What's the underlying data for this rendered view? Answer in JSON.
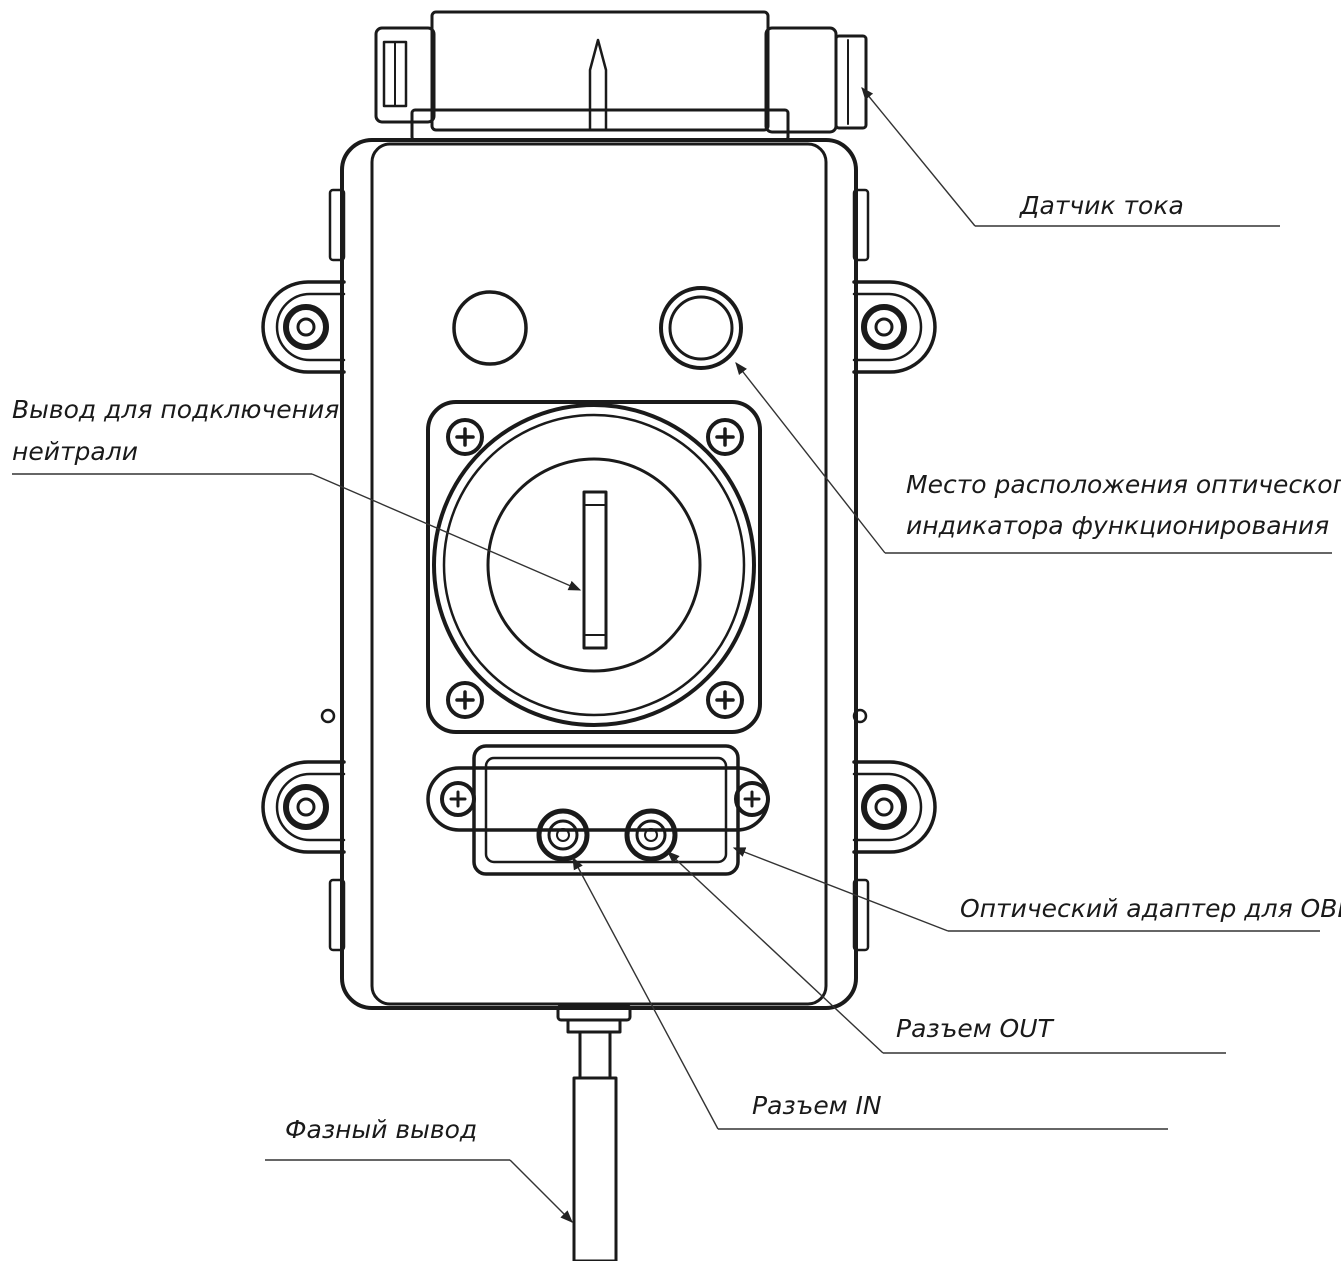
{
  "labels": {
    "current_sensor": "Датчик тока",
    "optical_indicator_line1": "Место расположения оптического",
    "optical_indicator_line2": "индикатора функционирования",
    "neutral_line1": "Вывод для подключения",
    "neutral_line2": "нейтрали",
    "optical_adapter": "Оптический адаптер для ОВИ",
    "connector_out": "Разъем OUT",
    "connector_in": "Разъем IN",
    "phase_output": "Фазный вывод"
  },
  "colors": {
    "ink": "#1a1a1a",
    "background": "#ffffff"
  }
}
